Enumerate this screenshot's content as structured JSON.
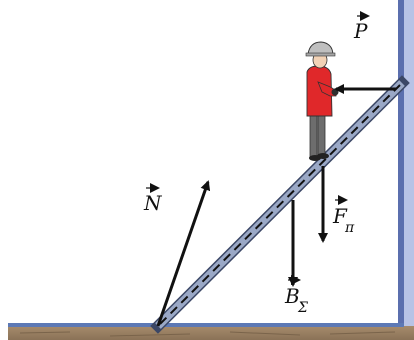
{
  "labels": {
    "P": "P",
    "N": "N",
    "F": "F",
    "F_sub": "π",
    "B": "B",
    "B_sub": "Σ"
  },
  "colors": {
    "wall": "#5b6fae",
    "wall_light": "#b8c3e6",
    "floor": "#9a8266",
    "floor_top": "#5d79b5",
    "ladder": "#9aa8c6",
    "ladder_border": "#3b4766",
    "arrow": "#111111",
    "jacket": "#e0282a",
    "helmet": "#bfbfbf",
    "trousers": "#6d6d6d"
  },
  "icons": {
    "firefighter": "firefighter-figure-icon"
  }
}
